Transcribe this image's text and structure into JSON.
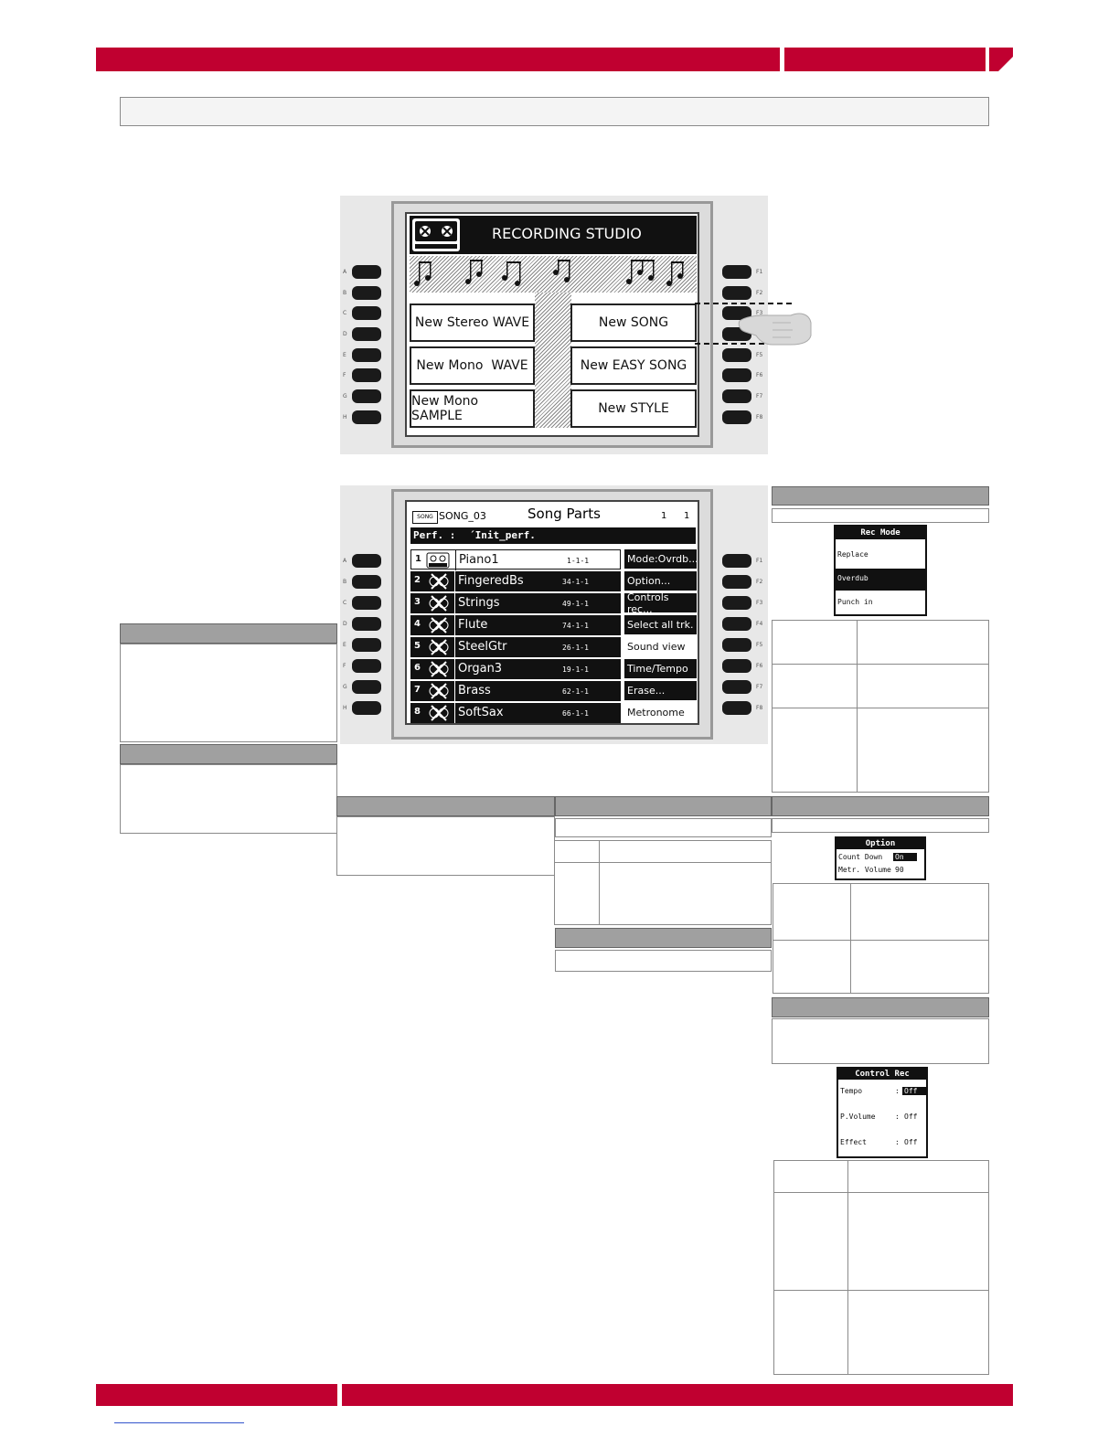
{
  "page": {
    "header_color": "#c00030"
  },
  "recording_studio": {
    "title": "RECORDING STUDIO",
    "left_buttons": [
      "New Stereo WAVE",
      "New Mono  WAVE",
      "New Mono SAMPLE"
    ],
    "right_buttons": [
      "New SONG",
      "New EASY SONG",
      "New STYLE"
    ],
    "left_side_labels": [
      "A",
      "B",
      "C",
      "D",
      "E",
      "F",
      "G",
      "H"
    ],
    "right_side_labels": [
      "F1",
      "F2",
      "F3",
      "F4",
      "F5",
      "F6",
      "F7",
      "F8"
    ]
  },
  "song_parts": {
    "song_badge": "SONG",
    "song_name": "SONG_03",
    "title": "Song Parts",
    "counter_a": "1",
    "counter_b": "1",
    "perf_label": "Perf. :",
    "perf_value": "´Init_perf.",
    "tracks": [
      {
        "num": "1",
        "name": "Piano1",
        "pos": "1-1-1",
        "selected": true
      },
      {
        "num": "2",
        "name": "FingeredBs",
        "pos": "34-1-1",
        "selected": false
      },
      {
        "num": "3",
        "name": "Strings",
        "pos": "49-1-1",
        "selected": false
      },
      {
        "num": "4",
        "name": "Flute",
        "pos": "74-1-1",
        "selected": false
      },
      {
        "num": "5",
        "name": "SteelGtr",
        "pos": "26-1-1",
        "selected": false
      },
      {
        "num": "6",
        "name": "Organ3",
        "pos": "19-1-1",
        "selected": false
      },
      {
        "num": "7",
        "name": "Brass",
        "pos": "62-1-1",
        "selected": false
      },
      {
        "num": "8",
        "name": "SoftSax",
        "pos": "66-1-1",
        "selected": false
      }
    ],
    "menu": [
      {
        "label": "Mode:Ovrdb...",
        "dark": true
      },
      {
        "label": "Option...",
        "dark": true
      },
      {
        "label": "Controls rec...",
        "dark": true
      },
      {
        "label": "Select all trk.",
        "dark": true
      },
      {
        "label": "Sound view",
        "dark": false
      },
      {
        "label": "Time/Tempo",
        "dark": true
      },
      {
        "label": "Erase...",
        "dark": true
      },
      {
        "label": "Metronome",
        "dark": false
      }
    ]
  },
  "rec_mode_popup": {
    "title": "Rec Mode",
    "items": [
      "Replace",
      "Overdub",
      "Punch in"
    ],
    "selected_index": 1
  },
  "option_popup": {
    "title": "Option",
    "rows": [
      {
        "label": "Count Down",
        "value": "On"
      },
      {
        "label": "Metr. Volume",
        "value": "90"
      }
    ]
  },
  "control_rec_popup": {
    "title": "Control Rec",
    "rows": [
      {
        "label": "Tempo",
        "sep": ":",
        "value": "Off"
      },
      {
        "label": "P.Volume",
        "sep": ":",
        "value": "Off"
      },
      {
        "label": "Effect",
        "sep": ":",
        "value": "Off"
      }
    ]
  }
}
